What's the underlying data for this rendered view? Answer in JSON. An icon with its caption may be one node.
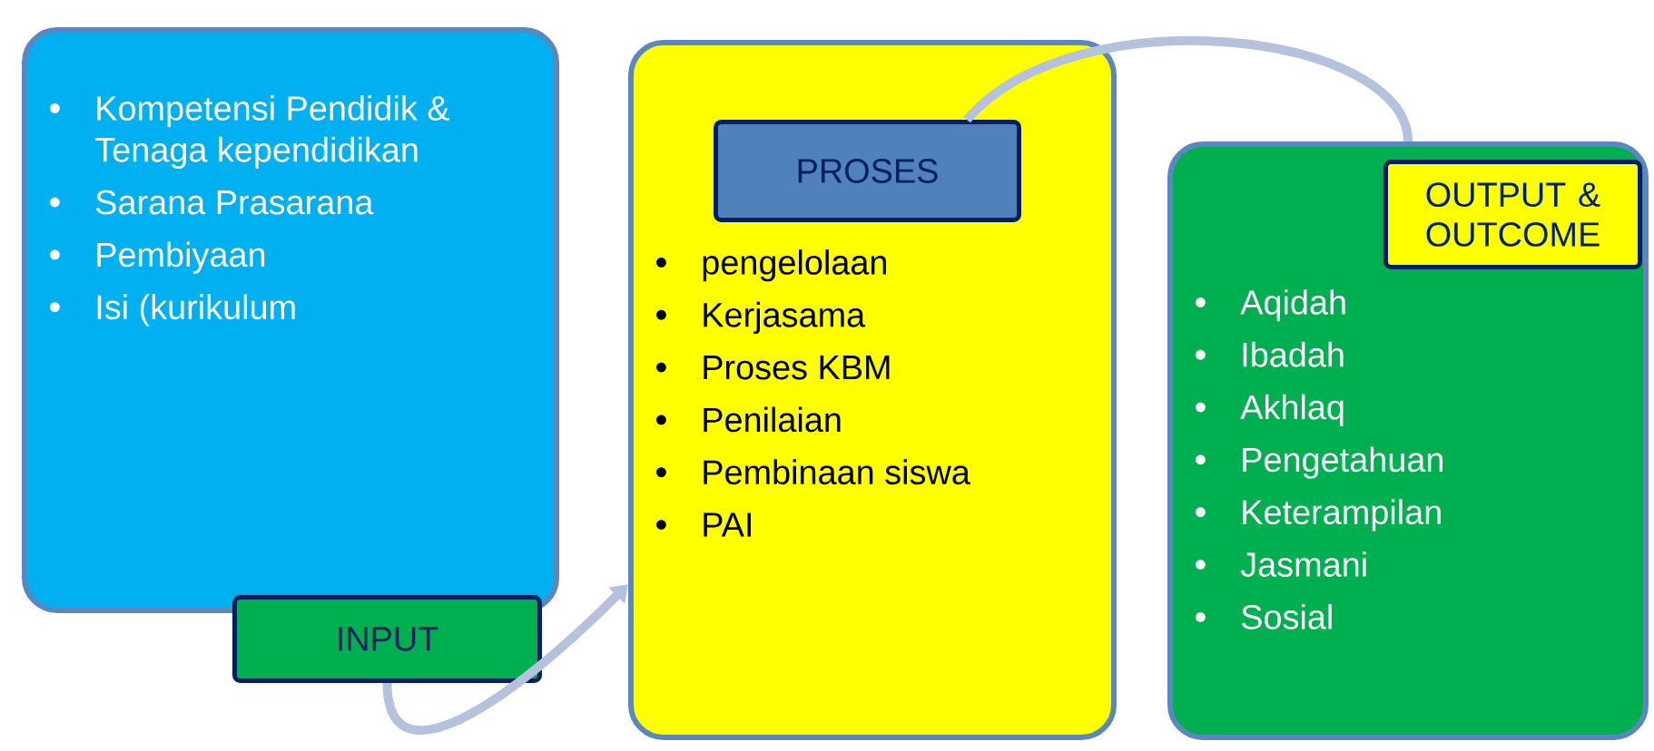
{
  "diagram": {
    "nodes": [
      {
        "text": [
          "Kompetensi Pendidik & Tenaga kependidikan",
          "Sarana Prasarana",
          "Pembiyaan",
          "Isi (kurikulum"
        ]
      },
      {
        "text": [
          "INPUT"
        ]
      },
      {
        "text": [
          "pengelolaan",
          "Kerjasama",
          "Proses KBM",
          "Penilaian",
          "Pembinaan siswa",
          "PAI"
        ]
      },
      {
        "text": [
          "PROSES"
        ],
        "in": 2
      },
      {
        "text": [
          "Aqidah",
          "Ibadah",
          "Akhlaq",
          "Pengetahuan",
          "Keterampilan",
          "Jasmani",
          "Sosial"
        ]
      },
      {
        "text": [
          "OUTPUT & OUTCOME"
        ],
        "in": 4
      }
    ],
    "edges": [
      {
        "from": 1,
        "to": 2,
        "arrow": "to"
      },
      {
        "from": 3,
        "to": 4,
        "arrow": "none"
      }
    ]
  }
}
